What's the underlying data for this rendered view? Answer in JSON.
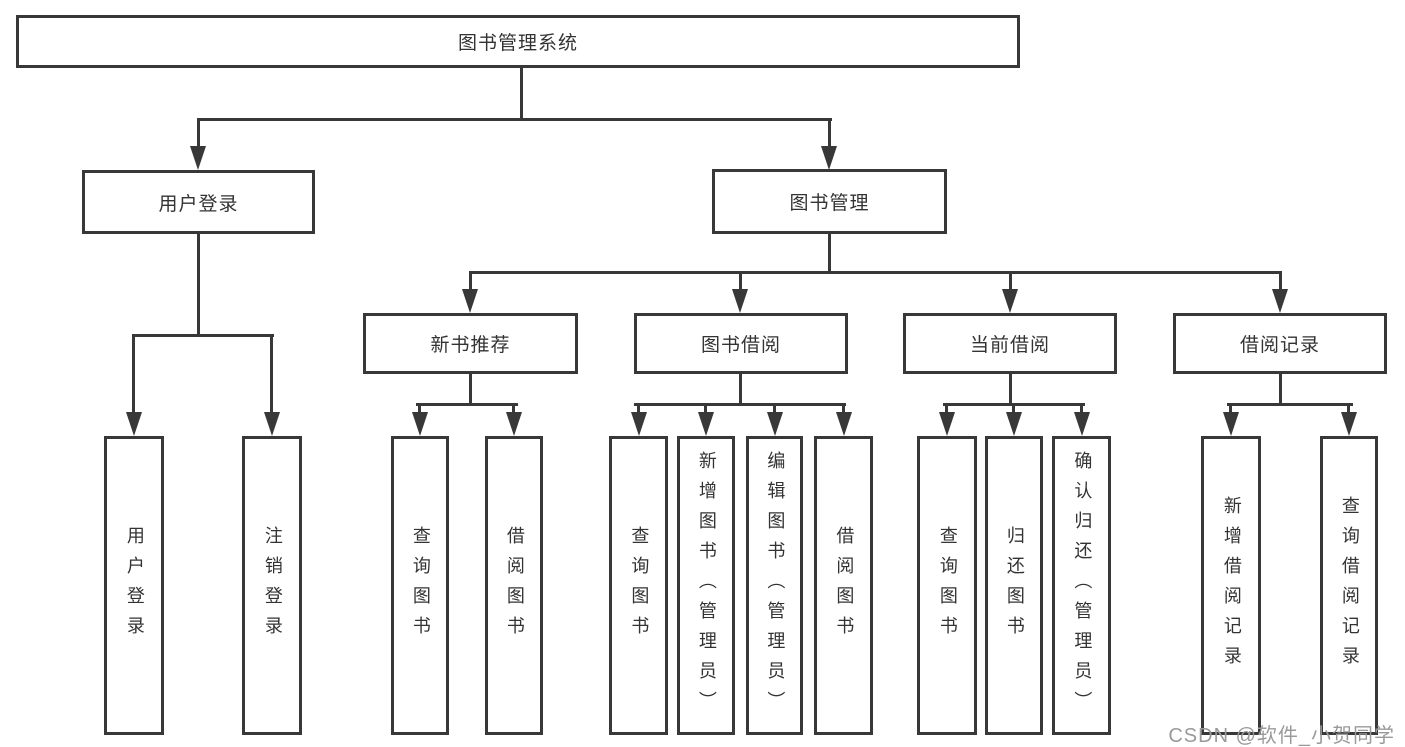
{
  "tree": {
    "label": "图书管理系统",
    "children": [
      {
        "label": "用户登录",
        "children": [
          {
            "label": "用户登录"
          },
          {
            "label": "注销登录"
          }
        ]
      },
      {
        "label": "图书管理",
        "children": [
          {
            "label": "新书推荐",
            "children": [
              {
                "label": "查询图书"
              },
              {
                "label": "借阅图书"
              }
            ]
          },
          {
            "label": "图书借阅",
            "children": [
              {
                "label": "查询图书"
              },
              {
                "label": "新增图书（管理员）"
              },
              {
                "label": "编辑图书（管理员）"
              },
              {
                "label": "借阅图书"
              }
            ]
          },
          {
            "label": "当前借阅",
            "children": [
              {
                "label": "查询图书"
              },
              {
                "label": "归还图书"
              },
              {
                "label": "确认归还（管理员）"
              }
            ]
          },
          {
            "label": "借阅记录",
            "children": [
              {
                "label": "新增借阅记录"
              },
              {
                "label": "查询借阅记录"
              }
            ]
          }
        ]
      }
    ]
  },
  "watermark": "CSDN @软件_小贺同学",
  "colors": {
    "line": "#383838",
    "text": "#333333",
    "box_fill": "#ffffff",
    "background": "#ffffff",
    "watermark": "#9a9a9a"
  }
}
